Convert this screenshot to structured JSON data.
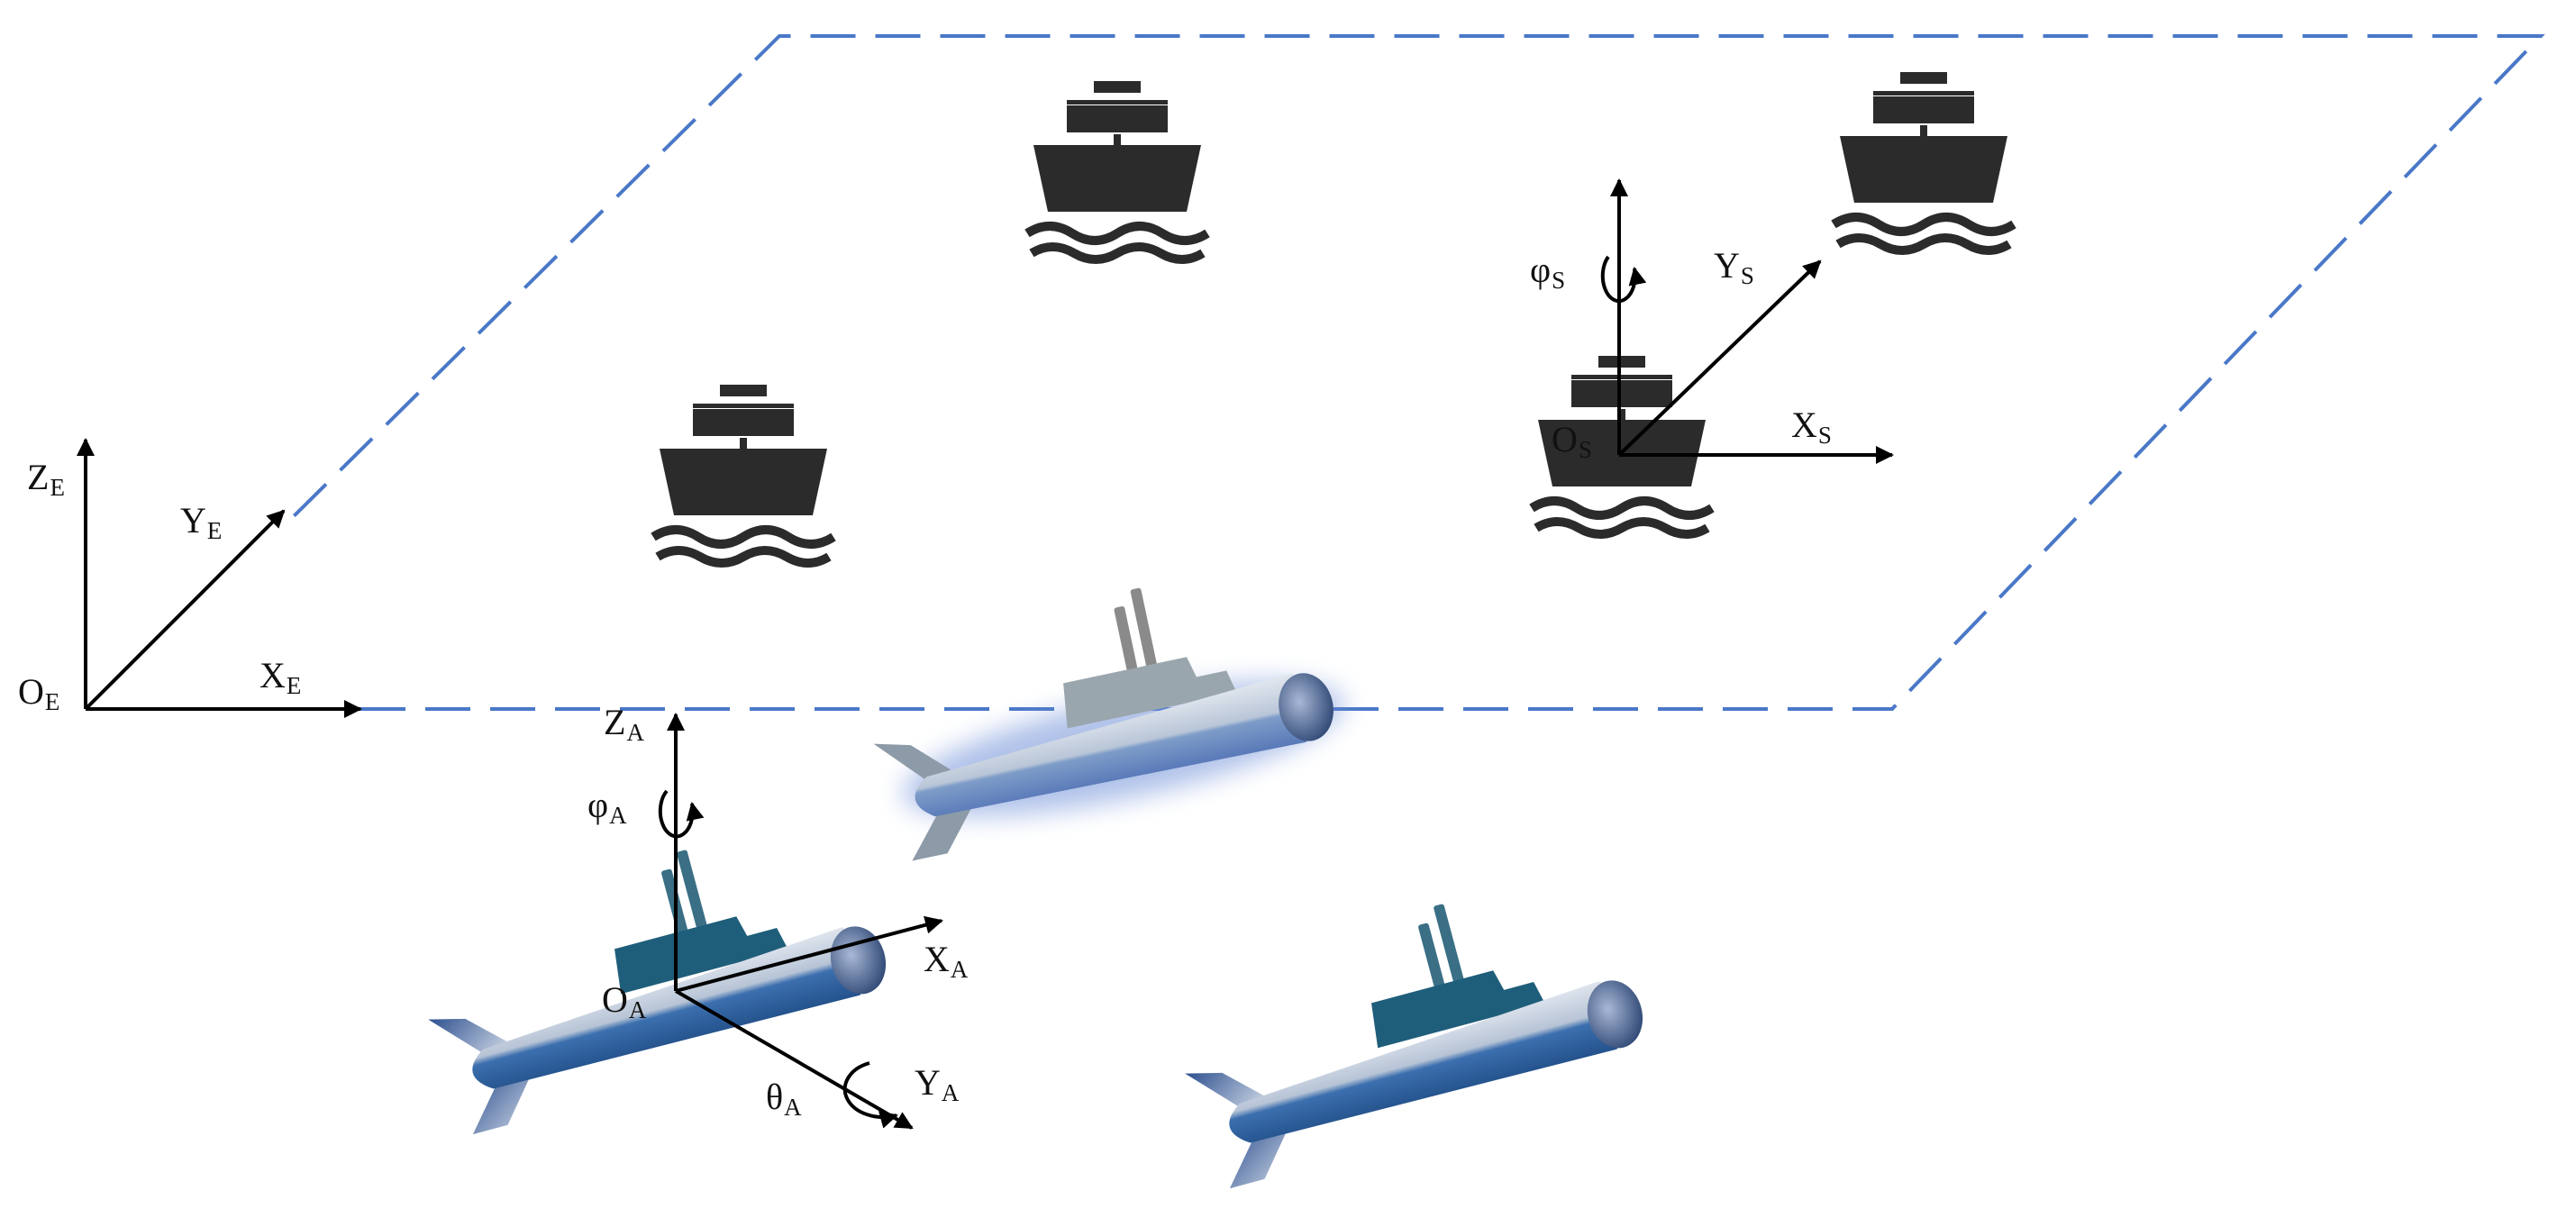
{
  "diagram": {
    "earth_frame": {
      "origin": "O",
      "x_axis": "X",
      "y_axis": "Y",
      "z_axis": "Z",
      "subscript": "E"
    },
    "ship_frame": {
      "origin": "O",
      "x_axis": "X",
      "y_axis": "Y",
      "yaw_angle": "φ",
      "subscript": "S"
    },
    "auv_frame": {
      "origin": "O",
      "x_axis": "X",
      "y_axis": "Y",
      "z_axis": "Z",
      "yaw_angle": "φ",
      "pitch_angle": "θ",
      "subscript": "A"
    },
    "colors": {
      "sea_plane": "#4A78C8",
      "axes": "#000000",
      "ship": "#2B2B2B",
      "submarine_hull": "#3A6BAA",
      "submarine_tower": "#1F5E7A",
      "submarine_highlight": "#6E8FD8"
    },
    "icons": [
      "ship-icon",
      "submarine-icon"
    ]
  }
}
